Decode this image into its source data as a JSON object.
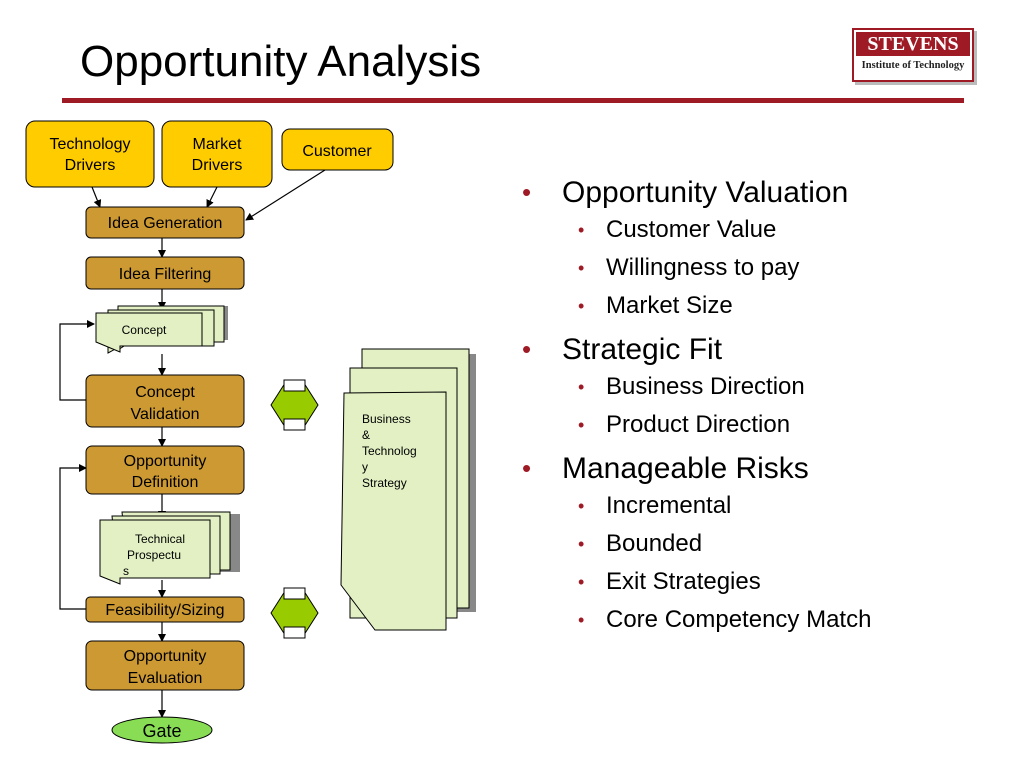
{
  "slide": {
    "title": "Opportunity Analysis"
  },
  "logo": {
    "name": "STEVENS",
    "subtitle": "Institute of Technology"
  },
  "flow": {
    "technology_drivers": [
      "Technology",
      "Drivers"
    ],
    "market_drivers": [
      "Market",
      "Drivers"
    ],
    "customer": "Customer",
    "idea_generation": "Idea Generation",
    "idea_filtering": "Idea Filtering",
    "concept_doc": "Concept",
    "concept_validation": [
      "Concept",
      "Validation"
    ],
    "opportunity_definition": [
      "Opportunity",
      "Definition"
    ],
    "technical_prospectus": [
      "Technical",
      "Prospectu",
      "s"
    ],
    "feasibility_sizing": "Feasibility/Sizing",
    "opportunity_evaluation": [
      "Opportunity",
      "Evaluation"
    ],
    "gate": "Gate",
    "strategy_doc": [
      "Business",
      "&",
      "Technolog",
      "y",
      "Strategy"
    ]
  },
  "colors": {
    "accent": "#9e1b26",
    "driver_fill": "#ffcc00",
    "process_fill": "#cc9933",
    "doc_fill": "#e2f0c4",
    "gate_fill": "#88dd55",
    "double_arrow_fill": "#99cc00"
  },
  "bullets": [
    {
      "label": "Opportunity Valuation",
      "items": [
        "Customer Value",
        "Willingness to pay",
        "Market Size"
      ]
    },
    {
      "label": "Strategic Fit",
      "items": [
        "Business Direction",
        "Product Direction"
      ]
    },
    {
      "label": "Manageable Risks",
      "items": [
        "Incremental",
        "Bounded",
        "Exit Strategies",
        "Core Competency Match"
      ]
    }
  ]
}
